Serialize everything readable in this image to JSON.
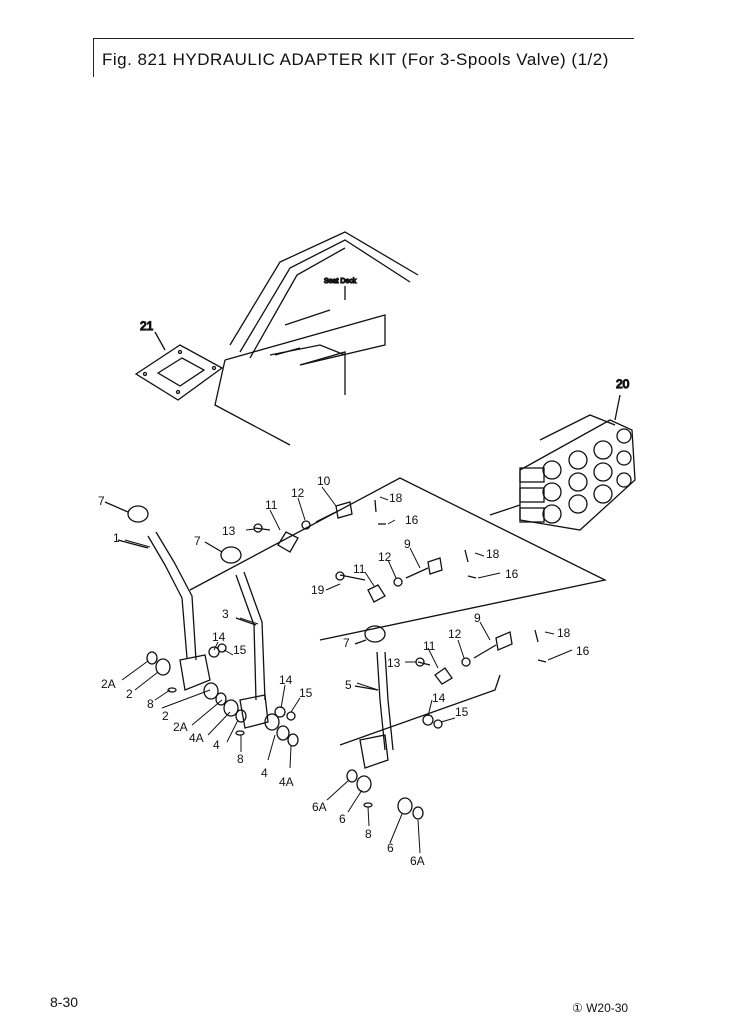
{
  "title": "Fig. 821 HYDRAULIC ADAPTER KIT (For 3-Spools Valve) (1/2)",
  "page_number": "8-30",
  "drawing_code": "① W20-30",
  "callouts": {
    "seat_deck": "Seat Deck",
    "c21": "21",
    "c20": "20",
    "c7a": "7",
    "c7b": "7",
    "c7c": "7",
    "c1": "1",
    "c3": "3",
    "c5": "5",
    "c2A_a": "2A",
    "c2_a": "2",
    "c2_b": "2",
    "c2A_b": "2A",
    "c4A_a": "4A",
    "c4_a": "4",
    "c4_b": "4",
    "c4A_b": "4A",
    "c6A_a": "6A",
    "c6_a": "6",
    "c6_b": "6",
    "c6A_b": "6A",
    "c8_a": "8",
    "c8_b": "8",
    "c8_c": "8",
    "c14_a": "14",
    "c15_a": "15",
    "c14_b": "14",
    "c15_b": "15",
    "c14_c": "14",
    "c15_c": "15",
    "c11_a": "11",
    "c12_a": "12",
    "c10": "10",
    "c13_a": "13",
    "c18_a": "18",
    "c16_a": "16",
    "c11_b": "11",
    "c12_b": "12",
    "c9_a": "9",
    "c19": "19",
    "c18_b": "18",
    "c16_b": "16",
    "c11_c": "11",
    "c12_c": "12",
    "c9_b": "9",
    "c13_b": "13",
    "c18_c": "18",
    "c16_c": "16"
  }
}
